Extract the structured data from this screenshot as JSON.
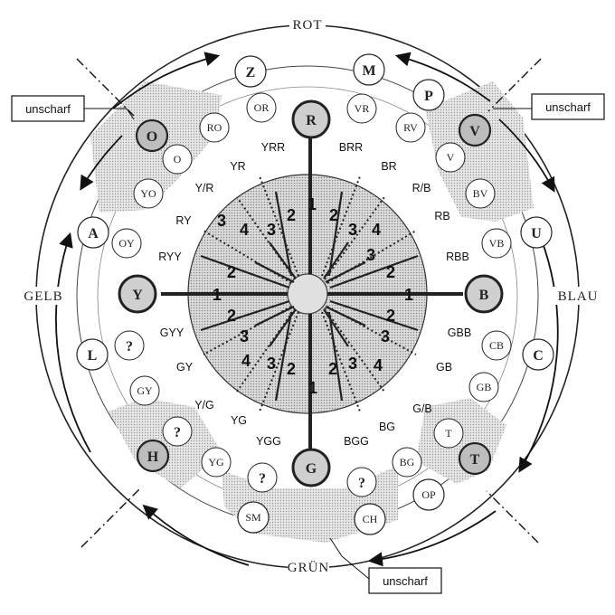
{
  "compass": {
    "top": "ROT",
    "bottom": "GRÜN",
    "left": "GELB",
    "right": "BLAU"
  },
  "unscharf_boxes": [
    {
      "id": "upper-left",
      "label": "unscharf"
    },
    {
      "id": "upper-right",
      "label": "unscharf"
    },
    {
      "id": "bottom",
      "label": "unscharf"
    }
  ],
  "main_hues": [
    {
      "id": "R",
      "label": "R"
    },
    {
      "id": "B",
      "label": "B"
    },
    {
      "id": "G",
      "label": "G"
    },
    {
      "id": "Y",
      "label": "Y"
    }
  ],
  "outer_circles": [
    {
      "id": "Z",
      "label": "Z"
    },
    {
      "id": "M",
      "label": "M"
    },
    {
      "id": "P",
      "label": "P"
    },
    {
      "id": "V-out",
      "label": "V"
    },
    {
      "id": "U",
      "label": "U"
    },
    {
      "id": "C",
      "label": "C"
    },
    {
      "id": "T-out",
      "label": "T"
    },
    {
      "id": "OP",
      "label": "OP"
    },
    {
      "id": "CH",
      "label": "CH"
    },
    {
      "id": "SM",
      "label": "SM"
    },
    {
      "id": "H-out",
      "label": "H"
    },
    {
      "id": "L",
      "label": "L"
    },
    {
      "id": "A",
      "label": "A"
    },
    {
      "id": "O-out",
      "label": "O"
    }
  ],
  "inner_circles": [
    {
      "id": "OR",
      "label": "OR"
    },
    {
      "id": "VR",
      "label": "VR"
    },
    {
      "id": "RO",
      "label": "RO"
    },
    {
      "id": "RV",
      "label": "RV"
    },
    {
      "id": "O-in",
      "label": "O"
    },
    {
      "id": "V-in",
      "label": "V"
    },
    {
      "id": "YO",
      "label": "YO"
    },
    {
      "id": "BV",
      "label": "BV"
    },
    {
      "id": "OY",
      "label": "OY"
    },
    {
      "id": "VB",
      "label": "VB"
    },
    {
      "id": "Q-left",
      "label": "?"
    },
    {
      "id": "CB",
      "label": "CB"
    },
    {
      "id": "GY",
      "label": "GY"
    },
    {
      "id": "GB",
      "label": "GB"
    },
    {
      "id": "Q-lowleft",
      "label": "?"
    },
    {
      "id": "T-in",
      "label": "T"
    },
    {
      "id": "YG",
      "label": "YG"
    },
    {
      "id": "BG",
      "label": "BG"
    },
    {
      "id": "Q-bl",
      "label": "?"
    },
    {
      "id": "Q-br",
      "label": "?"
    }
  ],
  "ray_labels": [
    {
      "id": "YRR",
      "label": "YRR"
    },
    {
      "id": "BRR",
      "label": "BRR"
    },
    {
      "id": "YR",
      "label": "YR"
    },
    {
      "id": "BR",
      "label": "BR"
    },
    {
      "id": "Y-R",
      "label": "Y/R"
    },
    {
      "id": "R-B",
      "label": "R/B"
    },
    {
      "id": "RY",
      "label": "RY"
    },
    {
      "id": "RB",
      "label": "RB"
    },
    {
      "id": "RYY",
      "label": "RYY"
    },
    {
      "id": "RBB",
      "label": "RBB"
    },
    {
      "id": "GYY",
      "label": "GYY"
    },
    {
      "id": "GBB",
      "label": "GBB"
    },
    {
      "id": "GY-ray",
      "label": "GY"
    },
    {
      "id": "GB-ray",
      "label": "GB"
    },
    {
      "id": "Y-G",
      "label": "Y/G"
    },
    {
      "id": "G-B",
      "label": "G/B"
    },
    {
      "id": "YG-ray",
      "label": "YG"
    },
    {
      "id": "BG-ray",
      "label": "BG"
    },
    {
      "id": "YGG",
      "label": "YGG"
    },
    {
      "id": "BGG",
      "label": "BGG"
    }
  ],
  "ray_numbers": [
    "1",
    "2",
    "3",
    "4"
  ]
}
